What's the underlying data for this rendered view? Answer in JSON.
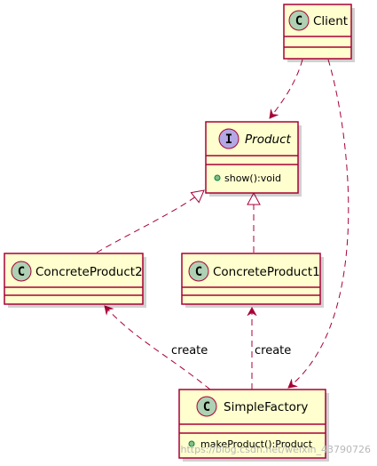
{
  "classes": {
    "client": {
      "name": "Client",
      "stereotype": "C",
      "stereotype_color": "#ADD1B2"
    },
    "product": {
      "name": "Product",
      "stereotype": "I",
      "stereotype_color": "#B4A7E5",
      "methods": [
        "show():void"
      ]
    },
    "concrete_product2": {
      "name": "ConcreteProduct2",
      "stereotype": "C",
      "stereotype_color": "#ADD1B2"
    },
    "concrete_product1": {
      "name": "ConcreteProduct1",
      "stereotype": "C",
      "stereotype_color": "#ADD1B2"
    },
    "simple_factory": {
      "name": "SimpleFactory",
      "stereotype": "C",
      "stereotype_color": "#ADD1B2",
      "methods": [
        "makeProduct():Product"
      ]
    }
  },
  "relations": {
    "create_left": "create",
    "create_right": "create"
  },
  "colors": {
    "border": "#A80036",
    "fill": "#FEFECE",
    "public_method": "#84BE84"
  },
  "watermark": "https://blog.csdn.net/weixin_43790726"
}
